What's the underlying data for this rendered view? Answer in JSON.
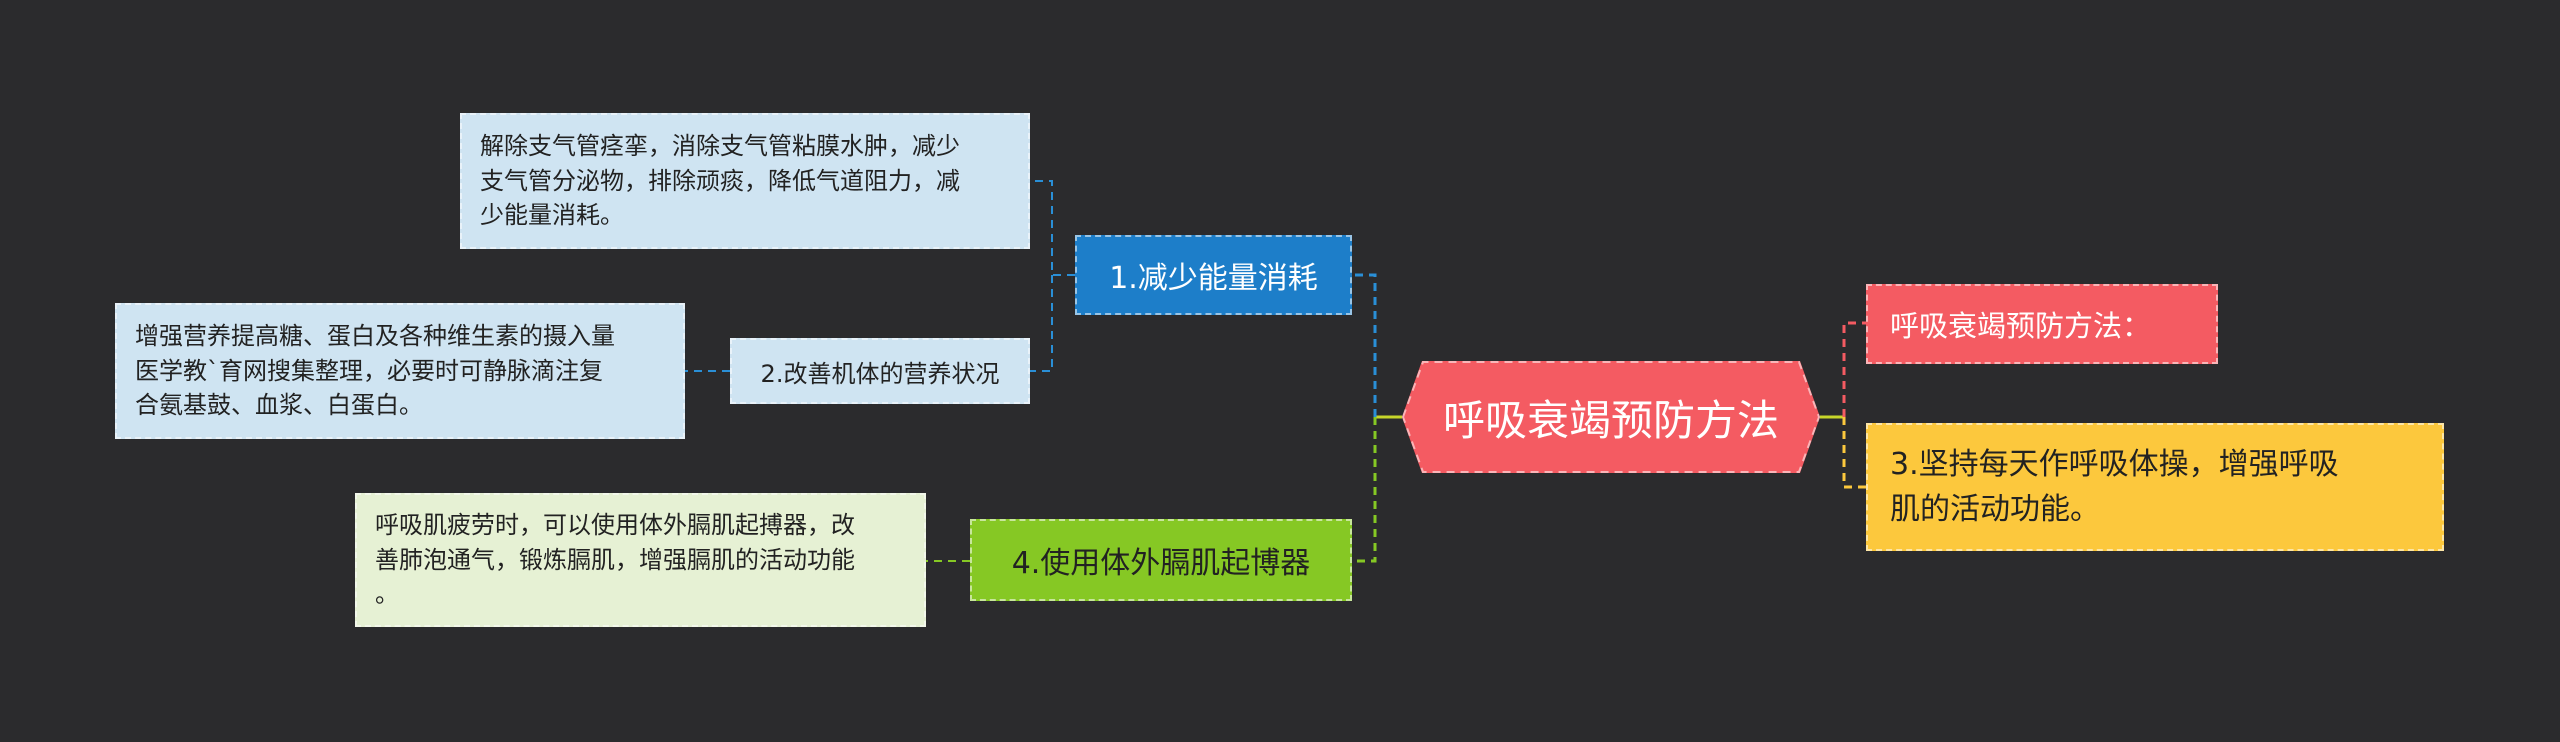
{
  "root": {
    "label": "呼吸衰竭预防方法"
  },
  "branches": {
    "b1": {
      "label": "1.减少能量消耗"
    },
    "b2": {
      "label": "2.改善机体的营养状况"
    },
    "b4": {
      "label": "4.使用体外膈肌起博器"
    },
    "r1": {
      "label": "呼吸衰竭预防方法："
    },
    "r2": {
      "lines": [
        "3.坚持每天作呼吸体操，增强呼吸",
        "肌的活动功能。"
      ]
    }
  },
  "leaves": {
    "l1": {
      "lines": [
        "解除支气管痉挛，消除支气管粘膜水肿，减少",
        "支气管分泌物，排除顽痰，降低气道阻力，减",
        "少能量消耗。"
      ]
    },
    "l2": {
      "lines": [
        "增强营养提高糖、蛋白及各种维生素的摄入量",
        "医学教`育网搜集整理，必要时可静脉滴注复",
        "合氨基鼓、血浆、白蛋白。"
      ]
    },
    "l4": {
      "lines": [
        "呼吸肌疲劳时，可以使用体外膈肌起搏器，改",
        "善肺泡通气，锻炼膈肌，增强膈肌的活动功能",
        "。"
      ]
    }
  },
  "colors": {
    "background": "#2b2b2d",
    "root": "#f45b62",
    "blue": "#1d7ec9",
    "lightBlue": "#cfe4f2",
    "green": "#86c824",
    "lightGreen": "#e6f1d4",
    "yellow": "#fcc83d",
    "red": "#f45b62"
  }
}
